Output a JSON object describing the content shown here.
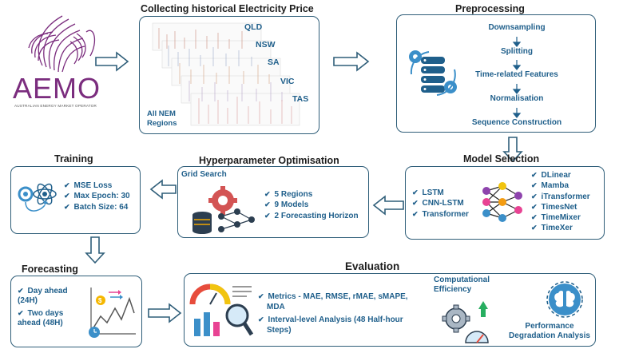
{
  "logo": {
    "text": "AEMO",
    "subtitle": "AUSTRALIAN ENERGY MARKET OPERATOR",
    "color": "#7b2d7e"
  },
  "collecting": {
    "title": "Collecting historical Electricity Price",
    "regions": [
      "QLD",
      "NSW",
      "SA",
      "VIC",
      "TAS"
    ],
    "all_regions": "All NEM Regions"
  },
  "preprocessing": {
    "title": "Preprocessing",
    "steps": [
      "Downsampling",
      "Splitting",
      "Time-related Features",
      "Normalisation",
      "Sequence Construction"
    ]
  },
  "model_selection": {
    "title": "Model Selection",
    "left_models": [
      "LSTM",
      "CNN-LSTM",
      "Transformer"
    ],
    "right_models": [
      "DLinear",
      "Mamba",
      "iTransformer",
      "TimesNet",
      "TimeMixer",
      "TimeXer"
    ]
  },
  "hyperparameter": {
    "title": "Hyperparameter Optimisation",
    "subtitle": "Grid Search",
    "items": [
      "5 Regions",
      "9 Models",
      "2 Forecasting Horizon"
    ]
  },
  "training": {
    "title": "Training",
    "items": [
      "MSE Loss",
      "Max Epoch: 30",
      "Batch Size: 64"
    ]
  },
  "forecasting": {
    "title": "Forecasting",
    "items": [
      "Day ahead (24H)",
      "Two days ahead (48H)"
    ]
  },
  "evaluation": {
    "title": "Evaluation",
    "items": [
      "Metrics - MAE, RMSE, rMAE, sMAPE, MDA",
      "Interval-level Analysis (48 Half-hour Steps)"
    ],
    "computational": "Computational Efficiency",
    "degradation": "Performance Degradation Analysis"
  },
  "colors": {
    "border": "#2f5e79",
    "accent": "#1f5f8b",
    "arrow": "#2f5e79"
  }
}
